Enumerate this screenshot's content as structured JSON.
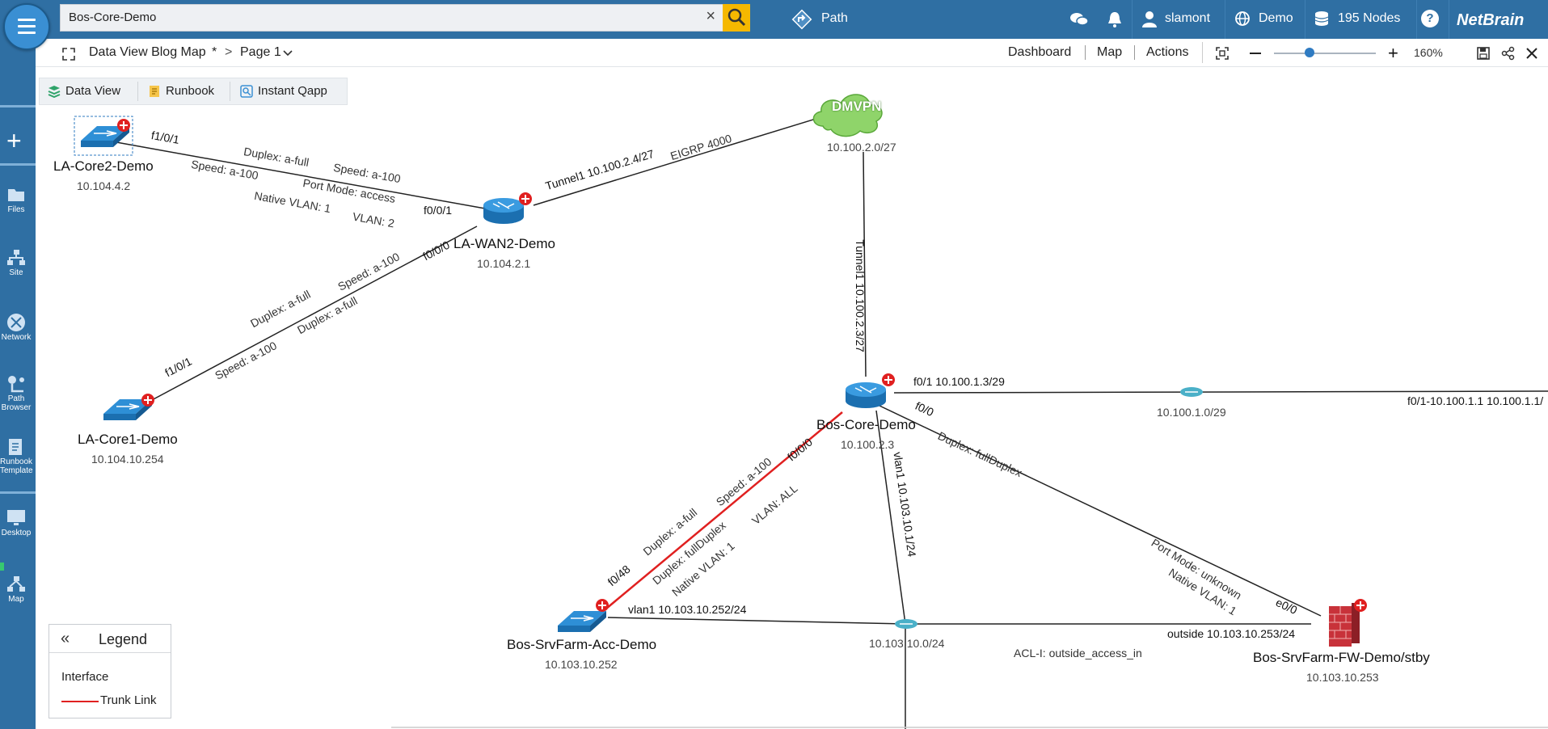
{
  "topbar": {
    "search_value": "Bos-Core-Demo",
    "path_label": "Path",
    "user": "slamont",
    "domain": "Demo",
    "nodes": "195 Nodes",
    "brand": "NetBrain",
    "help": "?"
  },
  "sidebar": {
    "items": [
      {
        "label": "Files"
      },
      {
        "label": "Site"
      },
      {
        "label": "Network"
      },
      {
        "label": "Path Browser"
      },
      {
        "label": "Runbook Template"
      },
      {
        "label": "Desktop"
      },
      {
        "label": "Map"
      }
    ]
  },
  "subbar": {
    "map_title": "Data View Blog Map",
    "unsaved_mark": "*",
    "page": "Page 1",
    "dashboard": "Dashboard",
    "map": "Map",
    "actions": "Actions",
    "zoom_pct": "160%",
    "zoom_level": 0.35
  },
  "tabs": [
    {
      "label": "Data View"
    },
    {
      "label": "Runbook"
    },
    {
      "label": "Instant Qapp"
    }
  ],
  "devices": {
    "la_core2": {
      "name": "LA-Core2-Demo",
      "ip": "10.104.4.2"
    },
    "la_wan2": {
      "name": "LA-WAN2-Demo",
      "ip": "10.104.2.1"
    },
    "la_core1": {
      "name": "LA-Core1-Demo",
      "ip": "10.104.10.254"
    },
    "dmvpn": {
      "name": "DMVPN",
      "ip": "10.100.2.0/27"
    },
    "bos_core": {
      "name": "Bos-Core-Demo",
      "ip": "10.100.2.3"
    },
    "srvfarm_acc": {
      "name": "Bos-SrvFarm-Acc-Demo",
      "ip": "10.103.10.252"
    },
    "srvfarm_fw": {
      "name": "Bos-SrvFarm-FW-Demo/stby",
      "ip": "10.103.10.253"
    },
    "hub1": {
      "ip": "10.100.1.0/29"
    },
    "hub2": {
      "ip": "10.103.10.0/24"
    }
  },
  "links": {
    "core2_if": "f1/0/1",
    "core2_duplex": "Duplex: a-full",
    "core2_speed_a": "Speed: a-100",
    "core2_speed_b": "Speed: a-100",
    "core2_portmode": "Port Mode: access",
    "core2_nvlan": "Native VLAN: 1",
    "core2_vlan": "VLAN: 2",
    "wan2_f001": "f0/0/1",
    "wan2_f000": "f0/0/0",
    "core1_speed_a": "Speed: a-100",
    "core1_duplex_a": "Duplex: a-full",
    "core1_duplex_b": "Duplex: a-full",
    "core1_speed_b": "Speed: a-100",
    "core1_if": "f1/0/1",
    "tunnel_wan": "Tunnel1 10.100.2.4/27",
    "eigrp": "EIGRP 4000",
    "tunnel_core": "Tunnel1 10.100.2.3/27",
    "core_f01": "f0/1 10.100.1.3/29",
    "far_f01": "f0/1-10.100.1.1 10.100.1.1/",
    "core_f00": "f0/0",
    "core_f000": "f0/0/0",
    "core_duplex": "Duplex: fullDuplex",
    "trunk_speed": "Speed: a-100",
    "trunk_vlan": "VLAN: ALL",
    "trunk_duplex_a": "Duplex: a-full",
    "trunk_duplex_b": "Duplex: fullDuplex",
    "trunk_nvlan": "Native VLAN: 1",
    "trunk_f048": "f0/48",
    "vlan1_core": "vlan1 10.103.10.1/24",
    "vlan1_acc": "vlan1 10.103.10.252/24",
    "fw_portmode": "Port Mode: unknown",
    "fw_nvlan": "Native VLAN: 1",
    "fw_e00": "e0/0",
    "fw_outside": "outside 10.103.10.253/24",
    "acl": "ACL-I: outside_access_in"
  },
  "legend": {
    "title": "Legend",
    "interface": "Interface",
    "trunk": "Trunk Link"
  },
  "colors": {
    "header_blue": "#2f6fa3",
    "accent_yellow": "#f5b800",
    "trunk_red": "#e02020"
  }
}
